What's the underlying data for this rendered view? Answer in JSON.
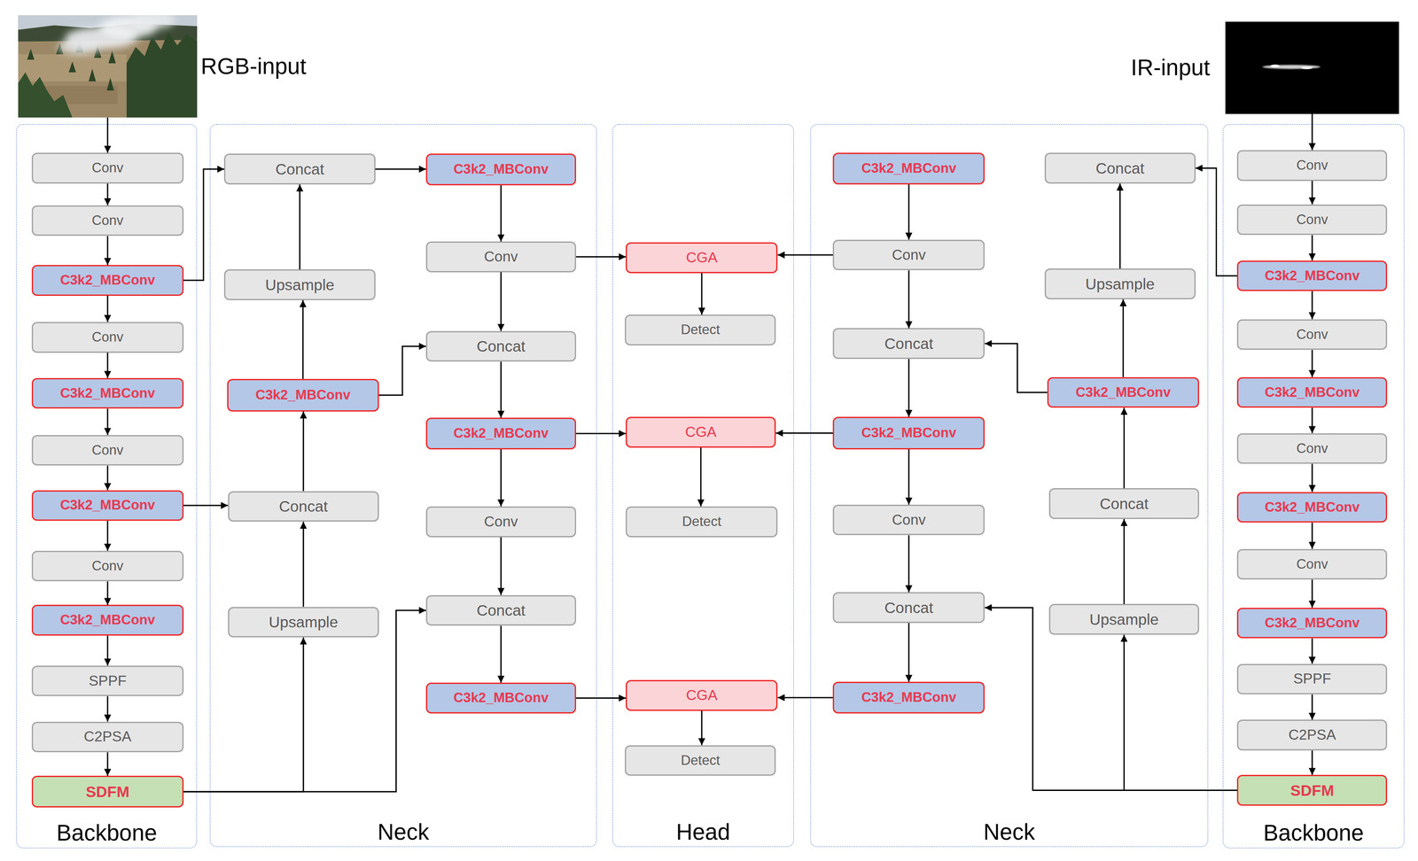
{
  "diagram": {
    "nodes": [
      {
        "text": [
          "RGB-input"
        ]
      },
      {
        "text": [
          "Backbone"
        ]
      },
      {
        "text": [
          "Conv"
        ],
        "in": 1
      },
      {
        "text": [
          "Conv"
        ],
        "in": 1
      },
      {
        "text": [
          "C3k2_MBConv"
        ],
        "in": 1
      },
      {
        "text": [
          "Conv"
        ],
        "in": 1
      },
      {
        "text": [
          "C3k2_MBConv"
        ],
        "in": 1
      },
      {
        "text": [
          "Conv"
        ],
        "in": 1
      },
      {
        "text": [
          "C3k2_MBConv"
        ],
        "in": 1
      },
      {
        "text": [
          "Conv"
        ],
        "in": 1
      },
      {
        "text": [
          "C3k2_MBConv"
        ],
        "in": 1
      },
      {
        "text": [
          "SPPF"
        ],
        "in": 1
      },
      {
        "text": [
          "C2PSA"
        ],
        "in": 1
      },
      {
        "text": [
          "SDFM"
        ],
        "in": 1
      },
      {
        "text": [
          "Neck"
        ]
      },
      {
        "text": [
          "Concat"
        ],
        "in": 14
      },
      {
        "text": [
          "Upsample"
        ],
        "in": 14
      },
      {
        "text": [
          "C3k2_MBConv"
        ],
        "in": 14
      },
      {
        "text": [
          "Concat"
        ],
        "in": 14
      },
      {
        "text": [
          "Upsample"
        ],
        "in": 14
      },
      {
        "text": [
          "C3k2_MBConv"
        ],
        "in": 14
      },
      {
        "text": [
          "Conv"
        ],
        "in": 14
      },
      {
        "text": [
          "Concat"
        ],
        "in": 14
      },
      {
        "text": [
          "C3k2_MBConv"
        ],
        "in": 14
      },
      {
        "text": [
          "Conv"
        ],
        "in": 14
      },
      {
        "text": [
          "Concat"
        ],
        "in": 14
      },
      {
        "text": [
          "C3k2_MBConv"
        ],
        "in": 14
      },
      {
        "text": [
          "Head"
        ]
      },
      {
        "text": [
          "CGA"
        ],
        "in": 27
      },
      {
        "text": [
          "Detect"
        ],
        "in": 27
      },
      {
        "text": [
          "CGA"
        ],
        "in": 27
      },
      {
        "text": [
          "Detect"
        ],
        "in": 27
      },
      {
        "text": [
          "CGA"
        ],
        "in": 27
      },
      {
        "text": [
          "Detect"
        ],
        "in": 27
      },
      {
        "text": [
          "Neck"
        ]
      },
      {
        "text": [
          "C3k2_MBConv"
        ],
        "in": 34
      },
      {
        "text": [
          "Conv"
        ],
        "in": 34
      },
      {
        "text": [
          "Concat"
        ],
        "in": 34
      },
      {
        "text": [
          "C3k2_MBConv"
        ],
        "in": 34
      },
      {
        "text": [
          "Conv"
        ],
        "in": 34
      },
      {
        "text": [
          "Concat"
        ],
        "in": 34
      },
      {
        "text": [
          "C3k2_MBConv"
        ],
        "in": 34
      },
      {
        "text": [
          "Concat"
        ],
        "in": 34
      },
      {
        "text": [
          "Upsample"
        ],
        "in": 34
      },
      {
        "text": [
          "C3k2_MBConv"
        ],
        "in": 34
      },
      {
        "text": [
          "Concat"
        ],
        "in": 34
      },
      {
        "text": [
          "Upsample"
        ],
        "in": 34
      },
      {
        "text": [
          "IR-input"
        ]
      },
      {
        "text": [
          "Backbone"
        ]
      },
      {
        "text": [
          "Conv"
        ],
        "in": 48
      },
      {
        "text": [
          "Conv"
        ],
        "in": 48
      },
      {
        "text": [
          "C3k2_MBConv"
        ],
        "in": 48
      },
      {
        "text": [
          "Conv"
        ],
        "in": 48
      },
      {
        "text": [
          "C3k2_MBConv"
        ],
        "in": 48
      },
      {
        "text": [
          "Conv"
        ],
        "in": 48
      },
      {
        "text": [
          "C3k2_MBConv"
        ],
        "in": 48
      },
      {
        "text": [
          "Conv"
        ],
        "in": 48
      },
      {
        "text": [
          "C3k2_MBConv"
        ],
        "in": 48
      },
      {
        "text": [
          "SPPF"
        ],
        "in": 48
      },
      {
        "text": [
          "C2PSA"
        ],
        "in": 48
      },
      {
        "text": [
          "SDFM"
        ],
        "in": 48
      }
    ],
    "edges": [
      {
        "from": 0,
        "to": 2,
        "arrow": "to"
      },
      {
        "from": 2,
        "to": 3,
        "arrow": "to"
      },
      {
        "from": 3,
        "to": 4,
        "arrow": "to"
      },
      {
        "from": 4,
        "to": 5,
        "arrow": "to"
      },
      {
        "from": 5,
        "to": 6,
        "arrow": "to"
      },
      {
        "from": 6,
        "to": 7,
        "arrow": "to"
      },
      {
        "from": 7,
        "to": 8,
        "arrow": "to"
      },
      {
        "from": 8,
        "to": 9,
        "arrow": "to"
      },
      {
        "from": 9,
        "to": 10,
        "arrow": "to"
      },
      {
        "from": 10,
        "to": 11,
        "arrow": "to"
      },
      {
        "from": 11,
        "to": 12,
        "arrow": "to"
      },
      {
        "from": 12,
        "to": 13,
        "arrow": "to"
      },
      {
        "from": 4,
        "to": 15,
        "arrow": "to"
      },
      {
        "from": 8,
        "to": 18,
        "arrow": "to"
      },
      {
        "from": 13,
        "to": 19,
        "arrow": "to"
      },
      {
        "from": 13,
        "to": 25,
        "arrow": "to"
      },
      {
        "from": 19,
        "to": 18,
        "arrow": "to"
      },
      {
        "from": 18,
        "to": 17,
        "arrow": "to"
      },
      {
        "from": 17,
        "to": 16,
        "arrow": "to"
      },
      {
        "from": 16,
        "to": 15,
        "arrow": "to"
      },
      {
        "from": 15,
        "to": 20,
        "arrow": "to"
      },
      {
        "from": 17,
        "to": 22,
        "arrow": "to"
      },
      {
        "from": 20,
        "to": 21,
        "arrow": "to"
      },
      {
        "from": 21,
        "to": 22,
        "arrow": "to"
      },
      {
        "from": 22,
        "to": 23,
        "arrow": "to"
      },
      {
        "from": 23,
        "to": 24,
        "arrow": "to"
      },
      {
        "from": 24,
        "to": 25,
        "arrow": "to"
      },
      {
        "from": 25,
        "to": 26,
        "arrow": "to"
      },
      {
        "from": 21,
        "to": 28,
        "arrow": "to"
      },
      {
        "from": 23,
        "to": 30,
        "arrow": "to"
      },
      {
        "from": 26,
        "to": 32,
        "arrow": "to"
      },
      {
        "from": 28,
        "to": 29,
        "arrow": "to"
      },
      {
        "from": 30,
        "to": 31,
        "arrow": "to"
      },
      {
        "from": 32,
        "to": 33,
        "arrow": "to"
      },
      {
        "from": 36,
        "to": 28,
        "arrow": "to"
      },
      {
        "from": 38,
        "to": 30,
        "arrow": "to"
      },
      {
        "from": 41,
        "to": 32,
        "arrow": "to"
      },
      {
        "from": 35,
        "to": 36,
        "arrow": "to"
      },
      {
        "from": 36,
        "to": 37,
        "arrow": "to"
      },
      {
        "from": 37,
        "to": 38,
        "arrow": "to"
      },
      {
        "from": 38,
        "to": 39,
        "arrow": "to"
      },
      {
        "from": 39,
        "to": 40,
        "arrow": "to"
      },
      {
        "from": 40,
        "to": 41,
        "arrow": "to"
      },
      {
        "from": 44,
        "to": 37,
        "arrow": "to"
      },
      {
        "from": 60,
        "to": 40,
        "arrow": "to"
      },
      {
        "from": 60,
        "to": 46,
        "arrow": "to"
      },
      {
        "from": 46,
        "to": 45,
        "arrow": "to"
      },
      {
        "from": 45,
        "to": 44,
        "arrow": "to"
      },
      {
        "from": 44,
        "to": 43,
        "arrow": "to"
      },
      {
        "from": 43,
        "to": 42,
        "arrow": "to"
      },
      {
        "from": 51,
        "to": 42,
        "arrow": "to"
      },
      {
        "from": 47,
        "to": 49,
        "arrow": "to"
      },
      {
        "from": 49,
        "to": 50,
        "arrow": "to"
      },
      {
        "from": 50,
        "to": 51,
        "arrow": "to"
      },
      {
        "from": 51,
        "to": 52,
        "arrow": "to"
      },
      {
        "from": 52,
        "to": 53,
        "arrow": "to"
      },
      {
        "from": 53,
        "to": 54,
        "arrow": "to"
      },
      {
        "from": 54,
        "to": 55,
        "arrow": "to"
      },
      {
        "from": 55,
        "to": 56,
        "arrow": "to"
      },
      {
        "from": 56,
        "to": 57,
        "arrow": "to"
      },
      {
        "from": 57,
        "to": 58,
        "arrow": "to"
      },
      {
        "from": 58,
        "to": 59,
        "arrow": "to"
      },
      {
        "from": 59,
        "to": 60,
        "arrow": "to"
      }
    ]
  }
}
